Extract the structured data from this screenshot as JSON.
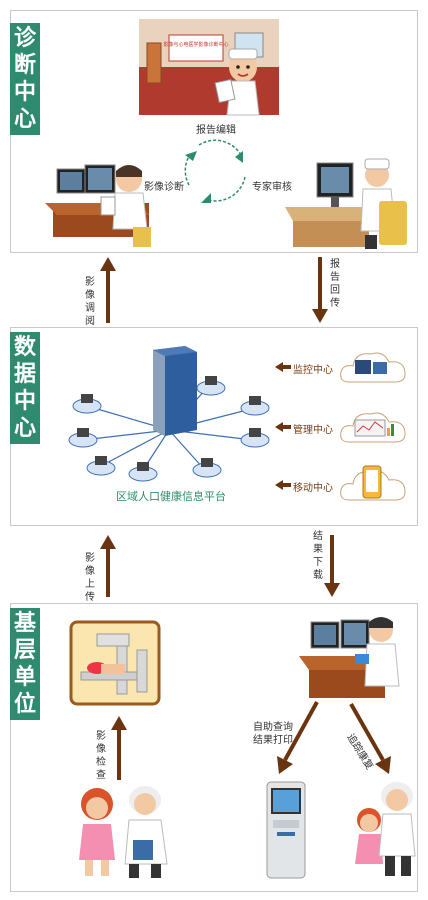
{
  "sections": {
    "diagnosis": {
      "title": "诊断中心",
      "labels": {
        "report_edit": "报告编辑",
        "image_diagnosis": "影像诊断",
        "expert_review": "专家审核"
      },
      "sign_text": "影像与心电医学影像诊断中心"
    },
    "data": {
      "title": "数据中心",
      "platform": "区域人口健康信息平台",
      "clouds": [
        "监控中心",
        "管理中心",
        "移动中心"
      ]
    },
    "grassroots": {
      "title": "基层单位",
      "labels": {
        "self_print": "自助查询\n结果打印",
        "follow_up": "追踪康复"
      }
    }
  },
  "arrows": {
    "image_review": "影像调阅",
    "report_return": "报告回传",
    "image_upload": "影像上传",
    "result_download": "结果下载",
    "image_exam": "影像检查"
  },
  "colors": {
    "accent": "#2e8b6f",
    "arrow": "#6b3410",
    "border": "#c9c9c9"
  }
}
